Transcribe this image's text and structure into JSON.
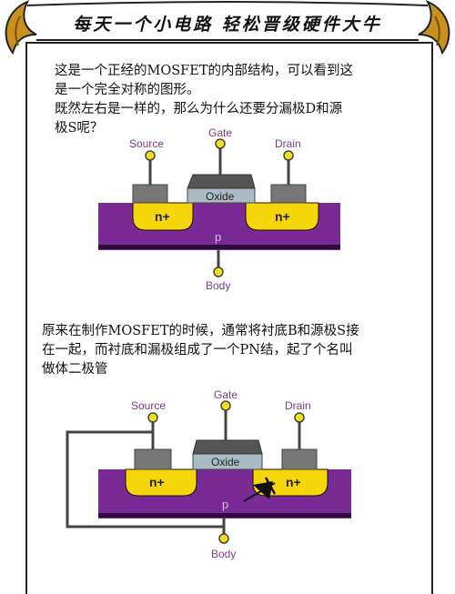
{
  "header": {
    "title": "每天一个小电路  轻松晋级硬件大牛"
  },
  "intro": {
    "lines": [
      "这是一个正经的MOSFET的内部结构，可以看到这",
      "是一个完全对称的图形。",
      "既然左右是一样的，那么为什么还要分漏极D和源",
      "极S呢？"
    ]
  },
  "diagram1": {
    "source": "Source",
    "gate": "Gate",
    "drain": "Drain",
    "oxide": "Oxide",
    "n_left": "n+",
    "n_right": "n+",
    "substrate": "p",
    "body": "Body"
  },
  "explanation": {
    "lines": [
      "原来在制作MOSFET的时候，通常将衬底B和源极S接",
      "在一起，而衬底和漏极组成了一个PN结，起了个名叫",
      "做体二极管"
    ]
  },
  "diagram2": {
    "source": "Source",
    "gate": "Gate",
    "drain": "Drain",
    "oxide": "Oxide",
    "n_left": "n+",
    "n_right": "n+",
    "substrate": "p",
    "body": "Body"
  },
  "colors": {
    "substrate": "#7a2a95",
    "n_region": "#f5d60a",
    "metal": "#777777",
    "oxide": "#a9bcc4",
    "label_purple": "#7b3a8f",
    "terminal": "#f0e020",
    "horn": "#b07a18"
  }
}
